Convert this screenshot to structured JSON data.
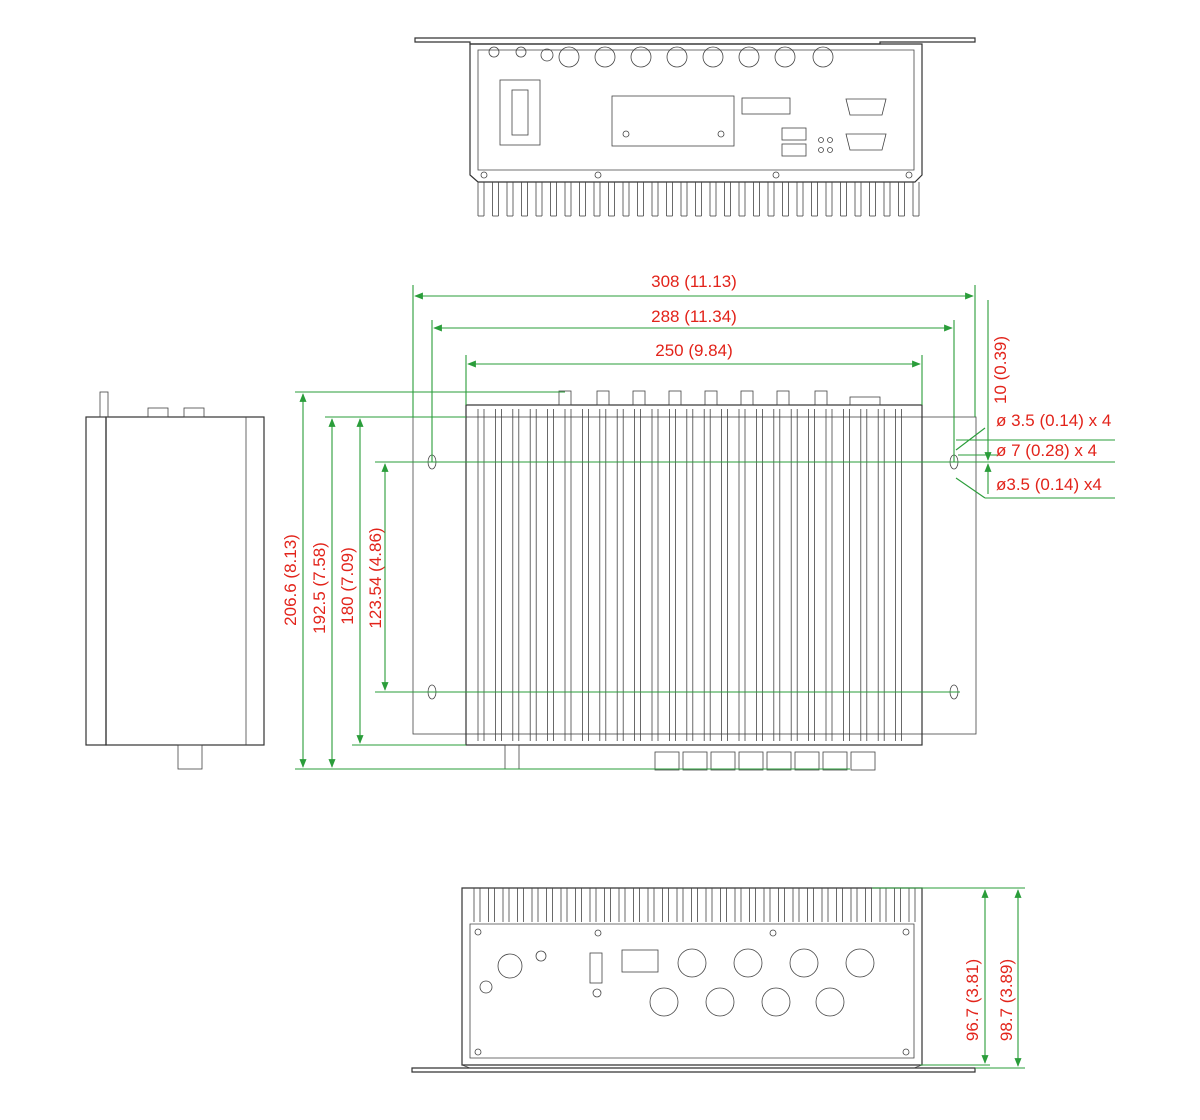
{
  "colors": {
    "dimension_line": "#2a9d3a",
    "dimension_text": "#e2231a",
    "drawing": "#333333"
  },
  "dimensions": {
    "overall_width": "308 (11.13)",
    "mount_hole_spacing_width": "288 (11.34)",
    "body_width": "250 (9.84)",
    "overall_depth": "206.6 (8.13)",
    "depth_192": "192.5 (7.58)",
    "depth_180": "180 (7.09)",
    "mount_hole_spacing_depth": "123.54 (4.86)",
    "slot_offset": "10 (0.39)",
    "hole_upper": "ø 3.5 (0.14) x 4",
    "hole_mid": "ø 7 (0.28) x 4",
    "hole_lower": "ø3.5 (0.14)  x4",
    "height_body": "96.7 (3.81)",
    "height_overall": "98.7 (3.89)"
  }
}
